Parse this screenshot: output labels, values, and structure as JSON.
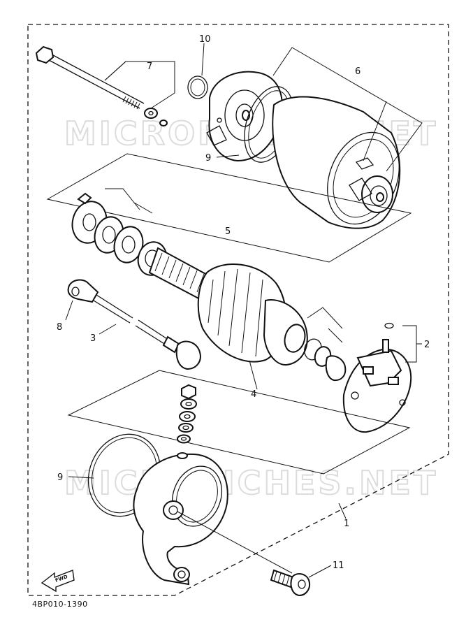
{
  "watermark": {
    "top": "MICROFICHES.NET",
    "bottom": "MICROFICHES.NET"
  },
  "callouts": {
    "c1": "1",
    "c2": "2",
    "c3": "3",
    "c4": "4",
    "c5": "5",
    "c6": "6",
    "c7": "7",
    "c8": "8",
    "c9_upper": "9",
    "c9_lower": "9",
    "c10": "10",
    "c11": "11"
  },
  "direction_badge": "FWD",
  "diagram_code": "4BP010-1390",
  "colors": {
    "ink": "#111111",
    "paper": "#ffffff",
    "watermark": "#dcdcdc"
  }
}
